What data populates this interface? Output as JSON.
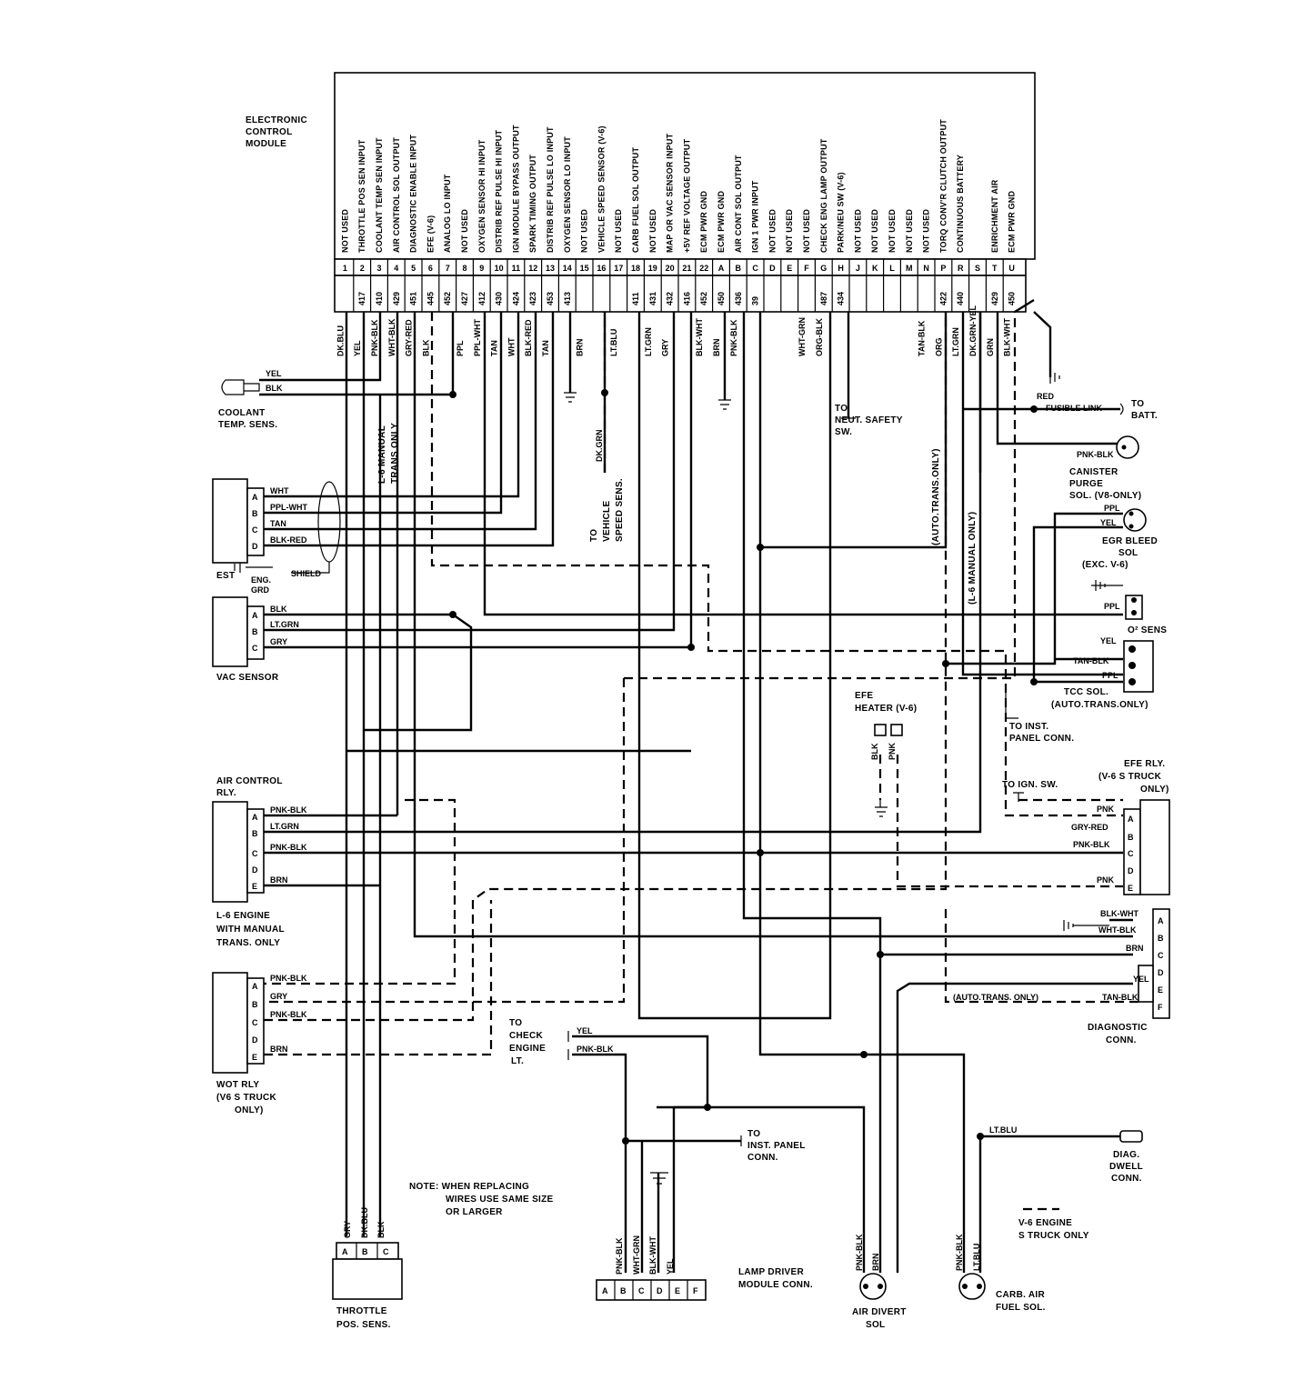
{
  "ecm": {
    "title": [
      "ELECTRONIC",
      "CONTROL",
      "MODULE"
    ],
    "pins": [
      {
        "pin": "1",
        "function": "NOT USED",
        "circuit": "",
        "color": "DK.BLU"
      },
      {
        "pin": "2",
        "function": "THROTTLE POS SEN INPUT",
        "circuit": "417",
        "color": "YEL"
      },
      {
        "pin": "3",
        "function": "COOLANT TEMP SEN INPUT",
        "circuit": "410",
        "color": "PNK-BLK"
      },
      {
        "pin": "4",
        "function": "AIR CONTROL SOL OUTPUT",
        "circuit": "429",
        "color": "WHT-BLK"
      },
      {
        "pin": "5",
        "function": "DIAGNOSTIC ENABLE INPUT",
        "circuit": "451",
        "color": "GRY-RED"
      },
      {
        "pin": "6",
        "function": "EFE (V-6)",
        "circuit": "445",
        "color": "BLK"
      },
      {
        "pin": "7",
        "function": "ANALOG LO INPUT",
        "circuit": "452",
        "color": ""
      },
      {
        "pin": "8",
        "function": "NOT USED",
        "circuit": "427",
        "color": "PPL"
      },
      {
        "pin": "9",
        "function": "OXYGEN SENSOR HI INPUT",
        "circuit": "412",
        "color": "PPL-WHT"
      },
      {
        "pin": "10",
        "function": "DISTRIB REF PULSE HI INPUT",
        "circuit": "430",
        "color": "TAN"
      },
      {
        "pin": "11",
        "function": "IGN MODULE BYPASS OUTPUT",
        "circuit": "424",
        "color": "WHT"
      },
      {
        "pin": "12",
        "function": "SPARK TIMING OUTPUT",
        "circuit": "423",
        "color": "BLK-RED"
      },
      {
        "pin": "13",
        "function": "DISTRIB REF PULSE LO INPUT",
        "circuit": "453",
        "color": "TAN"
      },
      {
        "pin": "14",
        "function": "OXYGEN SENSOR LO INPUT",
        "circuit": "413",
        "color": ""
      },
      {
        "pin": "15",
        "function": "NOT USED",
        "circuit": "",
        "color": "BRN"
      },
      {
        "pin": "16",
        "function": "VEHICLE SPEED SENSOR (V-6)",
        "circuit": "",
        "color": ""
      },
      {
        "pin": "17",
        "function": "NOT USED",
        "circuit": "",
        "color": "LT.BLU"
      },
      {
        "pin": "18",
        "function": "CARB FUEL SOL OUTPUT",
        "circuit": "411",
        "color": ""
      },
      {
        "pin": "19",
        "function": "NOT USED",
        "circuit": "431",
        "color": "LT.GRN"
      },
      {
        "pin": "20",
        "function": "MAP OR VAC SENSOR INPUT",
        "circuit": "432",
        "color": "GRY"
      },
      {
        "pin": "21",
        "function": "+5V REF VOLTAGE OUTPUT",
        "circuit": "416",
        "color": ""
      },
      {
        "pin": "22",
        "function": "ECM PWR GND",
        "circuit": "452",
        "color": "BLK-WHT"
      },
      {
        "pin": "A",
        "function": "ECM PWR GND",
        "circuit": "450",
        "color": "BRN"
      },
      {
        "pin": "B",
        "function": "AIR CONT SOL OUTPUT",
        "circuit": "436",
        "color": "PNK-BLK"
      },
      {
        "pin": "C",
        "function": "IGN 1 PWR INPUT",
        "circuit": "39",
        "color": ""
      },
      {
        "pin": "D",
        "function": "NOT USED",
        "circuit": "",
        "color": ""
      },
      {
        "pin": "E",
        "function": "NOT USED",
        "circuit": "",
        "color": ""
      },
      {
        "pin": "F",
        "function": "NOT USED",
        "circuit": "",
        "color": "WHT-GRN"
      },
      {
        "pin": "G",
        "function": "CHECK ENG LAMP OUTPUT",
        "circuit": "487",
        "color": "ORG-BLK"
      },
      {
        "pin": "H",
        "function": "PARK/NEU SW (V-6)",
        "circuit": "434",
        "color": ""
      },
      {
        "pin": "J",
        "function": "NOT USED",
        "circuit": "",
        "color": ""
      },
      {
        "pin": "K",
        "function": "NOT USED",
        "circuit": "",
        "color": ""
      },
      {
        "pin": "L",
        "function": "NOT USED",
        "circuit": "",
        "color": ""
      },
      {
        "pin": "M",
        "function": "NOT USED",
        "circuit": "",
        "color": ""
      },
      {
        "pin": "N",
        "function": "NOT USED",
        "circuit": "",
        "color": "TAN-BLK"
      },
      {
        "pin": "P",
        "function": "TORQ CONV'R CLUTCH OUTPUT",
        "circuit": "422",
        "color": "ORG"
      },
      {
        "pin": "R",
        "function": "CONTINUOUS BATTERY",
        "circuit": "440",
        "color": "LT.GRN"
      },
      {
        "pin": "S",
        "function": "",
        "circuit": "",
        "color": "DK.GRN-YEL"
      },
      {
        "pin": "T",
        "function": "ENRICHMENT AIR",
        "circuit": "429",
        "color": "GRN"
      },
      {
        "pin": "U",
        "function": "ECM PWR GND",
        "circuit": "450",
        "color": "BLK-WHT"
      }
    ]
  },
  "components": {
    "coolant": {
      "title": [
        "COOLANT",
        "TEMP. SENS."
      ],
      "wires": [
        "YEL",
        "BLK"
      ]
    },
    "est": {
      "title": "EST",
      "pins": [
        "A",
        "B",
        "C",
        "D"
      ],
      "wires": [
        "WHT",
        "PPL-WHT",
        "TAN",
        "BLK-RED"
      ],
      "shield": "SHIELD",
      "eng_grd": [
        "ENG.",
        "GRD"
      ]
    },
    "vac": {
      "title": "VAC SENSOR",
      "pins": [
        "A",
        "B",
        "C"
      ],
      "wires": [
        "BLK",
        "LT.GRN",
        "GRY"
      ]
    },
    "air_relay": {
      "title": [
        "AIR CONTROL",
        "RLY."
      ],
      "note": [
        "L-6 ENGINE",
        "WITH MANUAL",
        "TRANS. ONLY"
      ],
      "pins": [
        "A",
        "B",
        "C",
        "D",
        "E"
      ],
      "wires": [
        "PNK-BLK",
        "LT.GRN",
        "PNK-BLK",
        "",
        "BRN"
      ]
    },
    "wot": {
      "title": [
        "WOT RLY",
        "(V6 S TRUCK",
        "ONLY)"
      ],
      "pins": [
        "A",
        "B",
        "C",
        "D",
        "E"
      ],
      "wires": [
        "PNK-BLK",
        "GRY",
        "PNK-BLK",
        "",
        "BRN"
      ]
    },
    "tps": {
      "title": [
        "THROTTLE",
        "POS. SENS."
      ],
      "pins": [
        "A",
        "B",
        "C"
      ],
      "wires": [
        "GRY",
        "DK.BLU",
        "BLK"
      ]
    },
    "lamp_driver": {
      "title": [
        "LAMP DRIVER",
        "MODULE CONN."
      ],
      "pins": [
        "A",
        "B",
        "C",
        "D",
        "E",
        "F"
      ],
      "wires": [
        "PNK-BLK",
        "WHT-GRN",
        "BLK-WHT",
        "YEL"
      ]
    },
    "air_divert": {
      "title": [
        "AIR DIVERT",
        "SOL"
      ],
      "wires": [
        "PNK-BLK",
        "BRN"
      ]
    },
    "carb": {
      "title": [
        "CARB. AIR",
        "FUEL SOL."
      ],
      "wires": [
        "PNK-BLK",
        "LT.BLU"
      ]
    },
    "diag_dwell": {
      "title": [
        "DIAG.",
        "DWELL",
        "CONN."
      ],
      "wire": "LT.BLU"
    },
    "diag_conn": {
      "title": [
        "DIAGNOSTIC",
        "CONN."
      ],
      "pins": [
        "A",
        "B",
        "C",
        "D",
        "E",
        "F"
      ],
      "wires": [
        "BLK-WHT",
        "WHT-BLK",
        "BRN",
        "YEL",
        "TAN-BLK"
      ],
      "note": "(AUTO.TRANS. ONLY)"
    },
    "efe_rly": {
      "title": [
        "EFE RLY.",
        "(V-6 S TRUCK",
        "ONLY)"
      ],
      "pins": [
        "A",
        "B",
        "C",
        "D",
        "E"
      ],
      "wires": [
        "PNK",
        "GRY-RED",
        "PNK-BLK",
        "",
        "PNK"
      ],
      "ign": "TO IGN. SW."
    },
    "efe_heater": {
      "title": [
        "EFE",
        "HEATER (V-6)"
      ],
      "wires": [
        "BLK",
        "PNK"
      ]
    },
    "tcc": {
      "title": [
        "TCC SOL.",
        "(AUTO.TRANS.ONLY)"
      ],
      "wires": [
        "YEL",
        "TAN-BLK",
        "PPL"
      ],
      "inst": [
        "TO INST.",
        "PANEL CONN."
      ]
    },
    "o2": {
      "title": "O² SENS",
      "wire": "PPL"
    },
    "egr": {
      "title": [
        "EGR BLEED",
        "SOL",
        "(EXC. V-6)"
      ],
      "wires": [
        "PPL",
        "YEL"
      ]
    },
    "canister": {
      "title": [
        "CANISTER",
        "PURGE",
        "SOL. (V8-ONLY)"
      ],
      "wire": "PNK-BLK"
    },
    "fusible": {
      "red": "RED",
      "label": "FUSIBLE LINK",
      "batt": [
        "TO",
        "BATT."
      ]
    },
    "neut": [
      "TO",
      "NEUT. SAFETY",
      "SW."
    ],
    "vss": [
      "TO",
      "VEHICLE",
      "SPEED SENS."
    ],
    "vss_wire": "DK.GRN",
    "check_engine": {
      "title": [
        "TO",
        "CHECK",
        "ENGINE",
        "LT."
      ],
      "wires": [
        "YEL",
        "PNK-BLK"
      ]
    },
    "inst_panel": [
      "TO",
      "INST. PANEL",
      "CONN."
    ]
  },
  "labels": {
    "l6_manual": [
      "L-6 MANUAL",
      "TRANS ONLY"
    ],
    "auto_only": "(AUTO.TRANS.ONLY)",
    "l6_manual_only": "(L-6 MANUAL ONLY)"
  },
  "note": [
    "NOTE:  WHEN REPLACING",
    "WIRES USE SAME SIZE",
    "OR LARGER"
  ],
  "legend": [
    "V-6 ENGINE",
    "S TRUCK ONLY"
  ]
}
